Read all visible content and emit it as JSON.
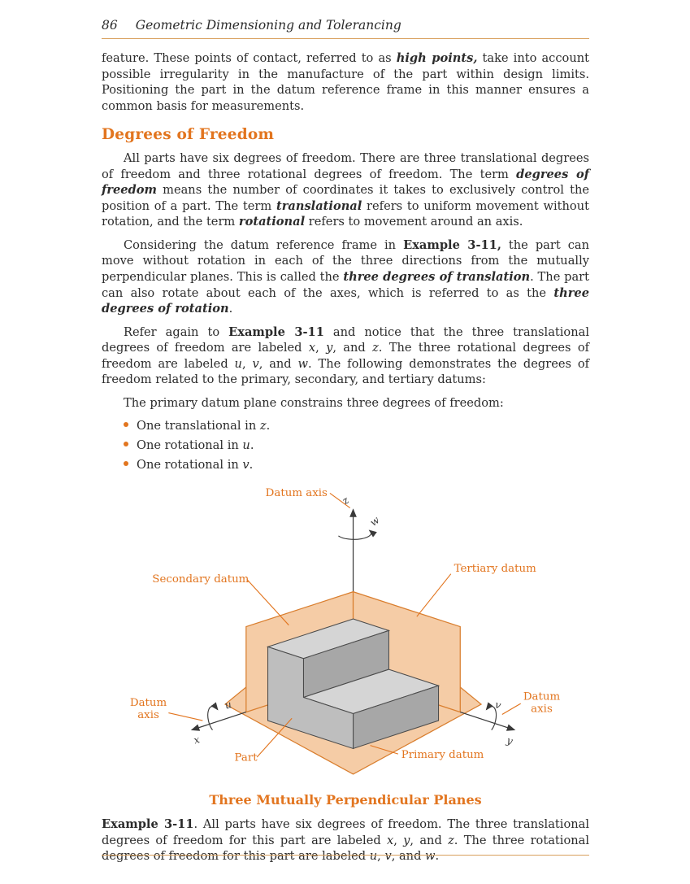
{
  "page": {
    "background": "#ffffff",
    "accent": "#e2751f",
    "rule_color": "#d9a15e"
  },
  "header": {
    "page_number": "86",
    "title": "Geometric Dimensioning and Tolerancing"
  },
  "body": {
    "p1": [
      {
        "t": "feature. These points of contact, referred to as "
      },
      {
        "t": "high points,",
        "s": "bi"
      },
      {
        "t": " take into account possible irregularity in the manufacture of the part within design limits. Positioning the part in the datum reference frame in this manner ensures a common basis for measurements."
      }
    ],
    "heading": "Degrees of Freedom",
    "p2": [
      {
        "t": "All parts have six degrees of freedom. There are three translational degrees of freedom and three rotational degrees of freedom. The term "
      },
      {
        "t": "degrees of freedom",
        "s": "bi"
      },
      {
        "t": " means the number of coordinates it takes to exclusively control the position of a part. The term "
      },
      {
        "t": "translational",
        "s": "bi"
      },
      {
        "t": " refers to uniform movement without rotation, and the term "
      },
      {
        "t": "rotational",
        "s": "bi"
      },
      {
        "t": " refers to movement around an axis."
      }
    ],
    "p3": [
      {
        "t": "Considering the datum reference frame in "
      },
      {
        "t": "Example 3-11,",
        "s": "b"
      },
      {
        "t": " the part can move without rotation in each of the three directions from the mutually perpendicular planes. This is called the "
      },
      {
        "t": "three degrees of translation",
        "s": "bi"
      },
      {
        "t": ". The part can also rotate about each of the axes, which is referred to as the "
      },
      {
        "t": "three degrees of rotation",
        "s": "bi"
      },
      {
        "t": "."
      }
    ],
    "p4": [
      {
        "t": "Refer again to "
      },
      {
        "t": "Example 3-11",
        "s": "b"
      },
      {
        "t": " and notice that the three translational degrees of freedom are labeled "
      },
      {
        "t": "x",
        "s": "i"
      },
      {
        "t": ", "
      },
      {
        "t": "y",
        "s": "i"
      },
      {
        "t": ", and "
      },
      {
        "t": "z",
        "s": "i"
      },
      {
        "t": ". The three rotational degrees of freedom are labeled "
      },
      {
        "t": "u",
        "s": "i"
      },
      {
        "t": ", "
      },
      {
        "t": "v",
        "s": "i"
      },
      {
        "t": ", and "
      },
      {
        "t": "w",
        "s": "i"
      },
      {
        "t": ". The following demonstrates the degrees of freedom related to the primary, secondary, and tertiary datums:"
      }
    ],
    "p5": [
      {
        "t": "The primary datum plane constrains three degrees of freedom:"
      }
    ],
    "bullets": [
      [
        {
          "t": "One translational in "
        },
        {
          "t": "z",
          "s": "i"
        },
        {
          "t": "."
        }
      ],
      [
        {
          "t": "One rotational in "
        },
        {
          "t": "u",
          "s": "i"
        },
        {
          "t": "."
        }
      ],
      [
        {
          "t": "One rotational in "
        },
        {
          "t": "v",
          "s": "i"
        },
        {
          "t": "."
        }
      ]
    ]
  },
  "figure": {
    "caption": "Three Mutually Perpendicular Planes",
    "labels": {
      "datum_axis_top": "Datum axis",
      "secondary": "Secondary datum",
      "tertiary": "Tertiary datum",
      "datum_left_line1": "Datum",
      "datum_left_line2": "axis",
      "datum_right_line1": "Datum",
      "datum_right_line2": "axis",
      "part": "Part",
      "primary": "Primary datum"
    },
    "letters": {
      "z": "z",
      "w": "w",
      "x": "x",
      "u": "u",
      "v": "v",
      "y": "y"
    },
    "colors": {
      "plane_fill": "#f5cca6",
      "plane_edge": "#d97e2e",
      "part_top": "#d5d5d5",
      "part_left": "#bebebe",
      "part_right": "#a7a7a7"
    }
  },
  "example": [
    {
      "t": "Example 3-11",
      "s": "b"
    },
    {
      "t": ". All parts have six degrees of freedom. The three translational degrees of freedom for this part are labeled "
    },
    {
      "t": "x",
      "s": "i"
    },
    {
      "t": ", "
    },
    {
      "t": "y",
      "s": "i"
    },
    {
      "t": ", and "
    },
    {
      "t": "z",
      "s": "i"
    },
    {
      "t": ". The three rotational degrees of freedom for this part are labeled "
    },
    {
      "t": "u",
      "s": "i"
    },
    {
      "t": ", "
    },
    {
      "t": "v",
      "s": "i"
    },
    {
      "t": ", and "
    },
    {
      "t": "w",
      "s": "i"
    },
    {
      "t": "."
    }
  ]
}
